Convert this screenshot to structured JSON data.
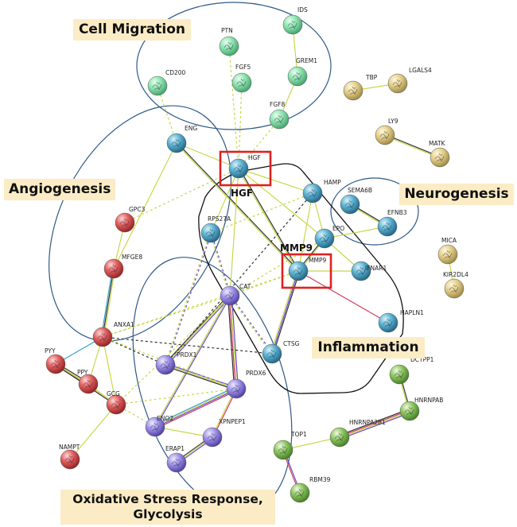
{
  "network": {
    "clusters": [
      {
        "id": "cell-migration",
        "label": "Cell Migration"
      },
      {
        "id": "angiogenesis",
        "label": "Angiogenesis"
      },
      {
        "id": "neurogenesis",
        "label": "Neurogenesis"
      },
      {
        "id": "inflammation",
        "label": "Inflammation"
      },
      {
        "id": "oxidative",
        "label": "Oxidative Stress Response, Glycolysis"
      }
    ],
    "highlighted": [
      {
        "id": "HGF",
        "label": "HGF"
      },
      {
        "id": "MMP9",
        "label": "MMP9"
      }
    ],
    "colors": {
      "mint": "#6fcf94",
      "teal": "#3c8fb0",
      "red": "#d84a4a",
      "purple": "#8a7ad8",
      "green": "#73b04a",
      "tan": "#d8c27a",
      "highlight_box": "#e02020",
      "cluster_outline": "#2e5a86",
      "label_bg": "#fbecc5"
    },
    "nodes": [
      {
        "id": "IDS",
        "color": "mint"
      },
      {
        "id": "PTN",
        "color": "mint"
      },
      {
        "id": "GREM1",
        "color": "mint"
      },
      {
        "id": "FGF5",
        "color": "mint"
      },
      {
        "id": "CD200",
        "color": "mint"
      },
      {
        "id": "FGF8",
        "color": "mint"
      },
      {
        "id": "ENG",
        "color": "teal"
      },
      {
        "id": "HGF",
        "color": "teal"
      },
      {
        "id": "HAMP",
        "color": "teal"
      },
      {
        "id": "SEMA6B",
        "color": "teal"
      },
      {
        "id": "EFNB3",
        "color": "teal"
      },
      {
        "id": "RPS27A",
        "color": "teal"
      },
      {
        "id": "EPO",
        "color": "teal"
      },
      {
        "id": "MMP9",
        "color": "teal"
      },
      {
        "id": "IFNAR1",
        "color": "teal"
      },
      {
        "id": "HAPLN1",
        "color": "teal"
      },
      {
        "id": "CTSG",
        "color": "teal"
      },
      {
        "id": "GPC3",
        "color": "red"
      },
      {
        "id": "MFGE8",
        "color": "red"
      },
      {
        "id": "ANXA1",
        "color": "red"
      },
      {
        "id": "PYY",
        "color": "red"
      },
      {
        "id": "PPY",
        "color": "red"
      },
      {
        "id": "GCG",
        "color": "red"
      },
      {
        "id": "NAMPT",
        "color": "red"
      },
      {
        "id": "CAT",
        "color": "purple"
      },
      {
        "id": "PRDX1",
        "color": "purple"
      },
      {
        "id": "PRDX6",
        "color": "purple"
      },
      {
        "id": "ENO2",
        "color": "purple"
      },
      {
        "id": "XPNPEP1",
        "color": "purple"
      },
      {
        "id": "ERAP1",
        "color": "purple"
      },
      {
        "id": "TBP",
        "color": "tan"
      },
      {
        "id": "LGALS4",
        "color": "tan"
      },
      {
        "id": "LY9",
        "color": "tan"
      },
      {
        "id": "MATK",
        "color": "tan"
      },
      {
        "id": "MICA",
        "color": "tan"
      },
      {
        "id": "KIR2DL4",
        "color": "tan"
      },
      {
        "id": "DCTPP1",
        "color": "green"
      },
      {
        "id": "HNRNPAB",
        "color": "green"
      },
      {
        "id": "HNRNPA2B1",
        "color": "green"
      },
      {
        "id": "TOP1",
        "color": "green"
      },
      {
        "id": "RBM39",
        "color": "green"
      }
    ],
    "edges": [
      {
        "a": "IDS",
        "b": "GREM1",
        "style": "solid",
        "colors": [
          "#c8d84a"
        ]
      },
      {
        "a": "GREM1",
        "b": "FGF8",
        "style": "solid",
        "colors": [
          "#c8d84a"
        ]
      },
      {
        "a": "TBP",
        "b": "LGALS4",
        "style": "solid",
        "colors": [
          "#c8d84a"
        ]
      },
      {
        "a": "LY9",
        "b": "MATK",
        "style": "solid",
        "colors": [
          "#333333",
          "#c8d84a"
        ]
      },
      {
        "a": "MICA",
        "b": "KIR2DL4",
        "style": "solid",
        "colors": [
          "#c8d84a"
        ]
      },
      {
        "a": "PTN",
        "b": "HGF",
        "style": "dashed",
        "colors": [
          "#c8d84a"
        ]
      },
      {
        "a": "FGF5",
        "b": "HGF",
        "style": "dashed",
        "colors": [
          "#c8d84a"
        ]
      },
      {
        "a": "FGF8",
        "b": "HGF",
        "style": "dashed",
        "colors": [
          "#c8d84a"
        ]
      },
      {
        "a": "CD200",
        "b": "ENG",
        "style": "dashed",
        "colors": [
          "#c8d84a"
        ]
      },
      {
        "a": "ENG",
        "b": "HGF",
        "style": "solid",
        "colors": [
          "#c8d84a"
        ]
      },
      {
        "a": "ENG",
        "b": "MMP9",
        "style": "solid",
        "colors": [
          "#333333",
          "#c8d84a"
        ]
      },
      {
        "a": "ENG",
        "b": "MFGE8",
        "style": "solid",
        "colors": [
          "#c8d84a"
        ]
      },
      {
        "a": "HGF",
        "b": "HAMP",
        "style": "solid",
        "colors": [
          "#c8d84a"
        ]
      },
      {
        "a": "HGF",
        "b": "EPO",
        "style": "solid",
        "colors": [
          "#c8d84a"
        ]
      },
      {
        "a": "HGF",
        "b": "MMP9",
        "style": "solid",
        "colors": [
          "#333333",
          "#c8d84a"
        ]
      },
      {
        "a": "HGF",
        "b": "RPS27A",
        "style": "solid",
        "colors": [
          "#c8d84a"
        ]
      },
      {
        "a": "HGF",
        "b": "CAT",
        "style": "solid",
        "colors": [
          "#c8d84a"
        ]
      },
      {
        "a": "HGF",
        "b": "GPC3",
        "style": "dashed",
        "colors": [
          "#c8d84a"
        ]
      },
      {
        "a": "HAMP",
        "b": "EPO",
        "style": "solid",
        "colors": [
          "#c8d84a"
        ]
      },
      {
        "a": "HAMP",
        "b": "MMP9",
        "style": "solid",
        "colors": [
          "#c8d84a"
        ]
      },
      {
        "a": "HAMP",
        "b": "RPS27A",
        "style": "dashed",
        "colors": [
          "#c8d84a"
        ]
      },
      {
        "a": "SEMA6B",
        "b": "EFNB3",
        "style": "solid",
        "colors": [
          "#333333",
          "#c8d84a"
        ]
      },
      {
        "a": "EPO",
        "b": "EFNB3",
        "style": "solid",
        "colors": [
          "#c8d84a"
        ]
      },
      {
        "a": "EPO",
        "b": "MMP9",
        "style": "solid",
        "colors": [
          "#c8d84a",
          "#333333"
        ]
      },
      {
        "a": "EPO",
        "b": "IFNAR1",
        "style": "solid",
        "colors": [
          "#c8d84a"
        ]
      },
      {
        "a": "EPO",
        "b": "CAT",
        "style": "dashed",
        "colors": [
          "#c8d84a"
        ]
      },
      {
        "a": "MMP9",
        "b": "IFNAR1",
        "style": "solid",
        "colors": [
          "#c8d84a"
        ]
      },
      {
        "a": "MMP9",
        "b": "HAPLN1",
        "style": "solid",
        "colors": [
          "#d04060"
        ]
      },
      {
        "a": "MMP9",
        "b": "CTSG",
        "style": "solid",
        "colors": [
          "#333333",
          "#6a4ad0",
          "#c8d84a"
        ]
      },
      {
        "a": "MMP9",
        "b": "CAT",
        "style": "dashed",
        "colors": [
          "#c8d84a"
        ]
      },
      {
        "a": "MMP9",
        "b": "ANXA1",
        "style": "dashed",
        "colors": [
          "#c8d84a"
        ]
      },
      {
        "a": "RPS27A",
        "b": "CAT",
        "style": "dashed",
        "colors": [
          "#6a4ad0",
          "#c8d84a"
        ]
      },
      {
        "a": "RPS27A",
        "b": "PRDX1",
        "style": "dashed",
        "colors": [
          "#6a4ad0",
          "#c8d84a"
        ]
      },
      {
        "a": "HAMP",
        "b": "PRDX1",
        "style": "dashed",
        "colors": [
          "#333333"
        ]
      },
      {
        "a": "CAT",
        "b": "PRDX1",
        "style": "solid",
        "colors": [
          "#6a4ad0",
          "#c8d84a",
          "#333333"
        ]
      },
      {
        "a": "CAT",
        "b": "PRDX6",
        "style": "solid",
        "colors": [
          "#6a4ad0",
          "#c8d84a",
          "#d04060",
          "#333333"
        ]
      },
      {
        "a": "CAT",
        "b": "CTSG",
        "style": "dashed",
        "colors": [
          "#6a4ad0",
          "#c8d84a"
        ]
      },
      {
        "a": "CAT",
        "b": "ANXA1",
        "style": "dashed",
        "colors": [
          "#c8d84a"
        ]
      },
      {
        "a": "CAT",
        "b": "GCG",
        "style": "dashed",
        "colors": [
          "#c8d84a"
        ]
      },
      {
        "a": "CAT",
        "b": "ENO2",
        "style": "solid",
        "colors": [
          "#6a4ad0",
          "#c8d84a"
        ]
      },
      {
        "a": "PRDX1",
        "b": "PRDX6",
        "style": "solid",
        "colors": [
          "#6a4ad0",
          "#c8d84a",
          "#333333"
        ]
      },
      {
        "a": "PRDX6",
        "b": "ENO2",
        "style": "solid",
        "colors": [
          "#d04060",
          "#6a4ad0",
          "#c8d84a",
          "#3aa0d0"
        ]
      },
      {
        "a": "PRDX6",
        "b": "XPNPEP1",
        "style": "solid",
        "colors": [
          "#d04060",
          "#c8d84a"
        ]
      },
      {
        "a": "ENO2",
        "b": "XPNPEP1",
        "style": "solid",
        "colors": [
          "#c8d84a"
        ]
      },
      {
        "a": "XPNPEP1",
        "b": "ERAP1",
        "style": "solid",
        "colors": [
          "#6a4ad0",
          "#c8d84a",
          "#333333"
        ]
      },
      {
        "a": "ANXA1",
        "b": "PRDX1",
        "style": "dashed",
        "colors": [
          "#333333"
        ]
      },
      {
        "a": "ANXA1",
        "b": "PRDX6",
        "style": "dashed",
        "colors": [
          "#c8d84a"
        ]
      },
      {
        "a": "ANXA1",
        "b": "CTSG",
        "style": "dashed",
        "colors": [
          "#333333"
        ]
      },
      {
        "a": "GPC3",
        "b": "MFGE8",
        "style": "solid",
        "colors": [
          "#c8d84a"
        ]
      },
      {
        "a": "MFGE8",
        "b": "ANXA1",
        "style": "solid",
        "colors": [
          "#c8d84a",
          "#333333",
          "#3aa0d0"
        ]
      },
      {
        "a": "ANXA1",
        "b": "PYY",
        "style": "solid",
        "colors": [
          "#3aa0d0"
        ]
      },
      {
        "a": "ANXA1",
        "b": "PPY",
        "style": "solid",
        "colors": [
          "#c8d84a"
        ]
      },
      {
        "a": "ANXA1",
        "b": "GCG",
        "style": "solid",
        "colors": [
          "#c8d84a"
        ]
      },
      {
        "a": "PYY",
        "b": "PPY",
        "style": "solid",
        "colors": [
          "#333333",
          "#c8d84a",
          "#d04060"
        ]
      },
      {
        "a": "PYY",
        "b": "GCG",
        "style": "solid",
        "colors": [
          "#c8d84a",
          "#333333"
        ]
      },
      {
        "a": "PPY",
        "b": "GCG",
        "style": "solid",
        "colors": [
          "#c8d84a"
        ]
      },
      {
        "a": "GCG",
        "b": "NAMPT",
        "style": "solid",
        "colors": [
          "#c8d84a"
        ]
      },
      {
        "a": "GCG",
        "b": "PRDX6",
        "style": "dashed",
        "colors": [
          "#c8d84a"
        ]
      },
      {
        "a": "GCG",
        "b": "ENO2",
        "style": "dashed",
        "colors": [
          "#c8d84a"
        ]
      },
      {
        "a": "DCTPP1",
        "b": "HNRNPAB",
        "style": "solid",
        "colors": [
          "#333333",
          "#c8d84a"
        ]
      },
      {
        "a": "HNRNPAB",
        "b": "HNRNPA2B1",
        "style": "solid",
        "colors": [
          "#6a4ad0",
          "#c8d84a",
          "#d04060",
          "#333333"
        ]
      },
      {
        "a": "HNRNPA2B1",
        "b": "TOP1",
        "style": "solid",
        "colors": [
          "#c8d84a"
        ]
      },
      {
        "a": "TOP1",
        "b": "RBM39",
        "style": "solid",
        "colors": [
          "#6a4ad0",
          "#d04060"
        ]
      }
    ]
  }
}
